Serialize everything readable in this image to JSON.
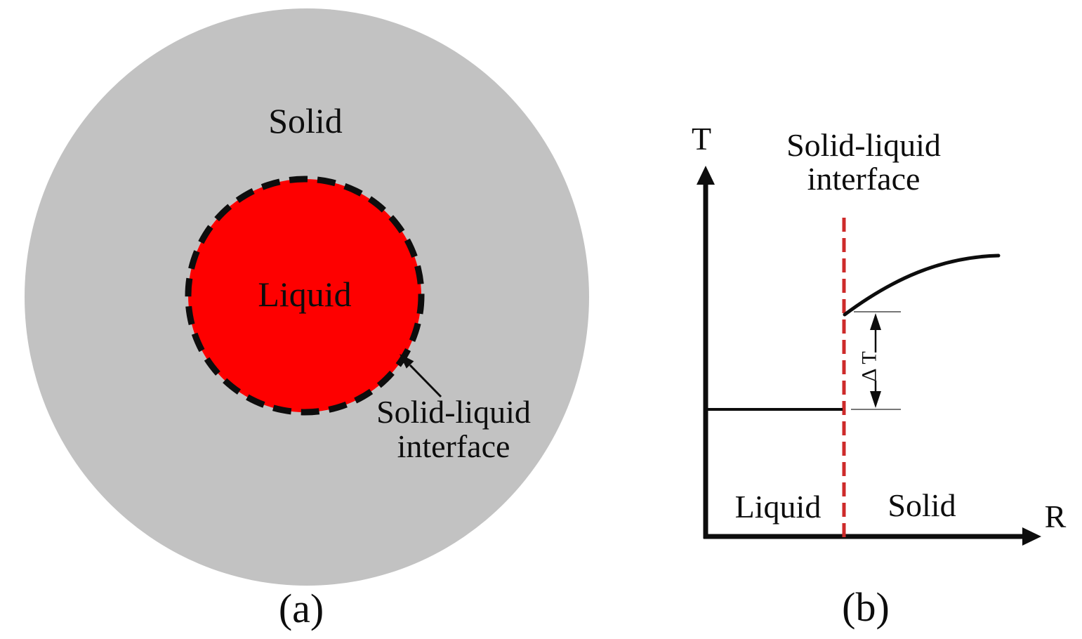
{
  "figure": {
    "panels": {
      "a": {
        "caption": "(a)",
        "outer_region_label": "Solid",
        "inner_region_label": "Liquid",
        "annotation_line1": "Solid-liquid",
        "annotation_line2": "interface"
      },
      "b": {
        "caption": "(b)",
        "title_line1": "Solid-liquid",
        "title_line2": "interface",
        "y_axis_label": "T",
        "x_axis_label": "R",
        "delta_label": "Δ T",
        "left_region_label": "Liquid",
        "right_region_label": "Solid"
      }
    },
    "colors": {
      "solid_gray": "#c2c2c2",
      "liquid_red": "#fe0000",
      "interface_red": "#cd2a2a",
      "ink": "#0d0d0d",
      "thin_line": "#777777"
    }
  },
  "chart_data": {
    "type": "line",
    "title": "Solid-liquid interface",
    "xlabel": "R",
    "ylabel": "T",
    "axes_numeric": false,
    "grid": false,
    "legend": "none",
    "interface_line": {
      "orientation": "vertical",
      "style": "dashed",
      "color": "#cd2a2a"
    },
    "series": [
      {
        "name": "liquid temperature",
        "shape": "horizontal flat line from T-axis to the dashed interface line"
      },
      {
        "name": "solid temperature",
        "shape": "concave-down rising curve starting above the liquid line at the interface and flattening to the right"
      }
    ],
    "annotations": [
      {
        "text": "Δ T",
        "description": "vertical double-headed arrow spanning the temperature jump at the interface"
      },
      {
        "text": "Liquid",
        "region": "left of interface line"
      },
      {
        "text": "Solid",
        "region": "right of interface line"
      }
    ]
  }
}
